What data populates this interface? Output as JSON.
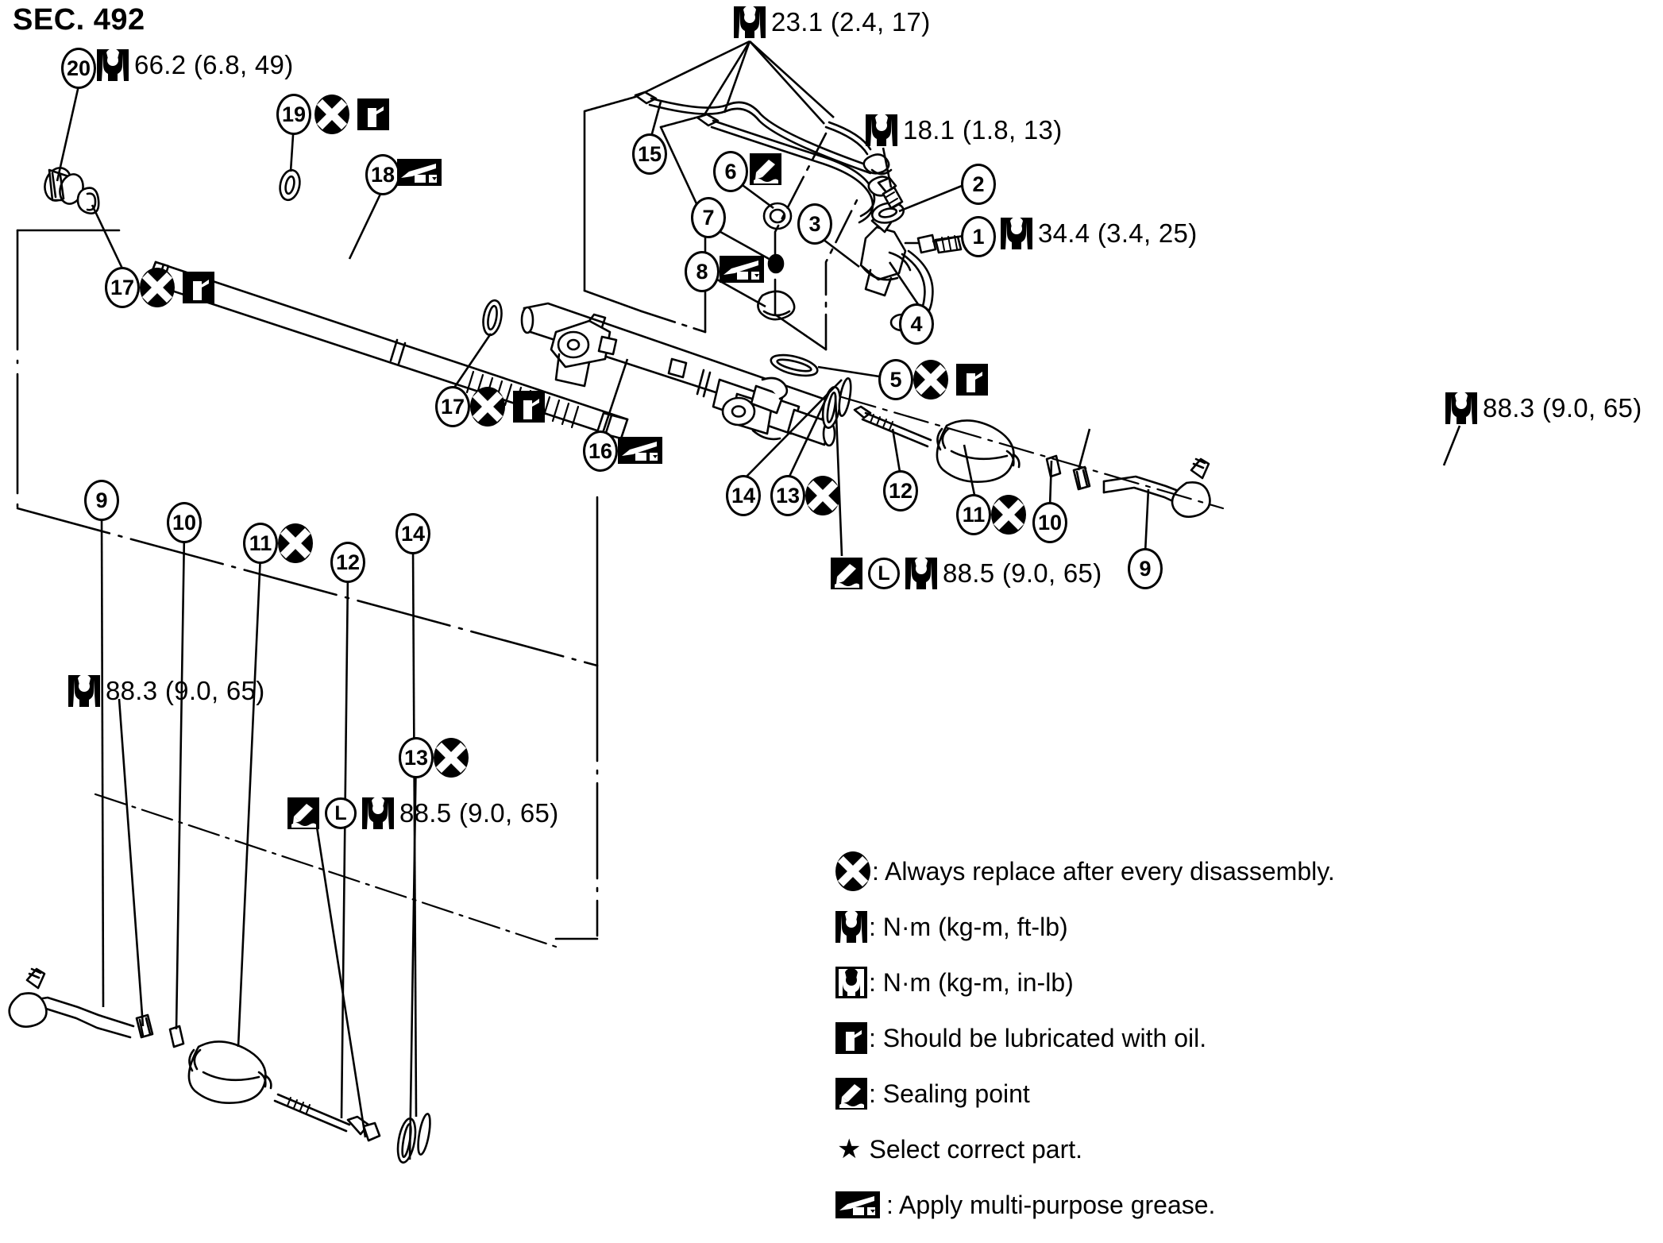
{
  "section": {
    "title": "SEC. 492"
  },
  "torque_callouts": [
    {
      "id": "tq-23-1",
      "value": "23.1 (2.4, 17)",
      "icon": "wrench-nm-ftlb-icon"
    },
    {
      "id": "tq-66-2",
      "value": "66.2 (6.8, 49)",
      "icon": "wrench-nm-ftlb-icon",
      "part": "20"
    },
    {
      "id": "tq-18-1",
      "value": "18.1 (1.8, 13)",
      "icon": "wrench-nm-ftlb-icon"
    },
    {
      "id": "tq-34-4",
      "value": "34.4 (3.4, 25)",
      "icon": "wrench-nm-ftlb-icon",
      "part": "1"
    },
    {
      "id": "tq-88-3-right",
      "value": "88.3 (9.0, 65)",
      "icon": "wrench-nm-ftlb-icon"
    },
    {
      "id": "tq-88-5-right",
      "value": "88.5 (9.0, 65)",
      "icon": "wrench-nm-ftlb-icon",
      "prefix": "sealing-point + L"
    },
    {
      "id": "tq-88-3-left",
      "value": "88.3 (9.0, 65)",
      "icon": "wrench-nm-ftlb-icon"
    },
    {
      "id": "tq-88-5-left",
      "value": "88.5 (9.0, 65)",
      "icon": "wrench-nm-ftlb-icon",
      "prefix": "sealing-point + L"
    }
  ],
  "part_numbers": [
    {
      "n": "1"
    },
    {
      "n": "2"
    },
    {
      "n": "3"
    },
    {
      "n": "4"
    },
    {
      "n": "5"
    },
    {
      "n": "6"
    },
    {
      "n": "7"
    },
    {
      "n": "8"
    },
    {
      "n": "9"
    },
    {
      "n": "10"
    },
    {
      "n": "11"
    },
    {
      "n": "12"
    },
    {
      "n": "13"
    },
    {
      "n": "14"
    },
    {
      "n": "15"
    },
    {
      "n": "16"
    },
    {
      "n": "17"
    },
    {
      "n": "18"
    },
    {
      "n": "19"
    },
    {
      "n": "20"
    },
    {
      "n": "9"
    },
    {
      "n": "10"
    },
    {
      "n": "11"
    },
    {
      "n": "12"
    },
    {
      "n": "13"
    },
    {
      "n": "14"
    },
    {
      "n": "17"
    }
  ],
  "labels": {
    "n1": "1",
    "n2": "2",
    "n3": "3",
    "n4": "4",
    "n5": "5",
    "n6": "6",
    "n7": "7",
    "n8": "8",
    "n9": "9",
    "n10": "10",
    "n11": "11",
    "n12": "12",
    "n13": "13",
    "n14": "14",
    "n15": "15",
    "n16": "16",
    "n17": "17",
    "n18": "18",
    "n19": "19",
    "n20": "20",
    "n9b": "9",
    "n10b": "10",
    "n11b": "11",
    "n12b": "12",
    "n13b": "13",
    "n14b": "14",
    "n17b": "17",
    "L": "L"
  },
  "legend": {
    "items": [
      {
        "icon": "replace-x-icon",
        "text": ": Always replace after every disassembly."
      },
      {
        "icon": "wrench-nm-ftlb-icon",
        "text": ": N·m (kg-m, ft-lb)"
      },
      {
        "icon": "wrench-nm-inlb-icon",
        "text": ": N·m (kg-m, in-lb)"
      },
      {
        "icon": "oil-can-icon",
        "text": ": Should be lubricated with oil."
      },
      {
        "icon": "sealing-point-icon",
        "text": ": Sealing point"
      },
      {
        "icon": "star-icon",
        "text": "Select correct part."
      },
      {
        "icon": "grease-gun-icon",
        "text": ": Apply multi-purpose grease."
      }
    ]
  },
  "colors": {
    "ink": "#000000",
    "paper": "#ffffff"
  }
}
